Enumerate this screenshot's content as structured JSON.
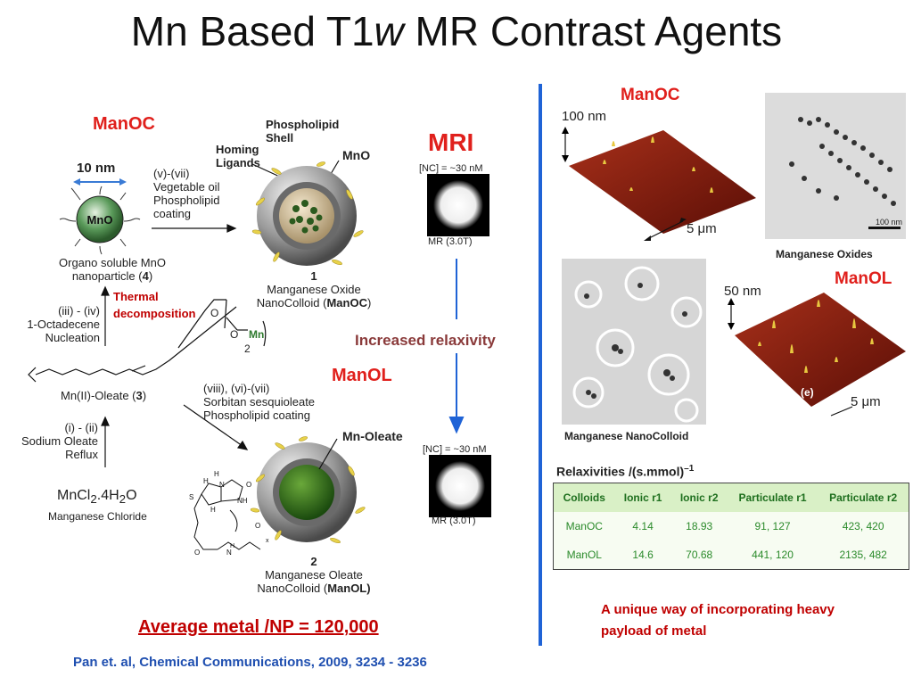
{
  "title": {
    "pre": "Mn Based T1",
    "italic": "w",
    "post": " MR Contrast Agents"
  },
  "left": {
    "manoc_label": "ManOC",
    "scale_10nm": "10 nm",
    "mno_core": "MnO",
    "organo_line1": "Organo soluble MnO",
    "organo_line2": "nanoparticle (",
    "organo_num": "4",
    "organo_close": ")",
    "step_vvii": "(v)-(vii)",
    "veg_oil": "Vegetable oil",
    "phospholipid": "Phospholipid",
    "coating": "coating",
    "phospholipid_shell_1": "Phospholipid",
    "phospholipid_shell_2": "Shell",
    "homing_1": "Homing",
    "homing_2": "Ligands",
    "mno_label": "MnO",
    "compound1_num": "1",
    "compound1_name": "Manganese Oxide",
    "compound1_colloid_pre": "NanoColloid (",
    "compound1_colloid_bold": "ManOC",
    "compound1_colloid_post": ")",
    "thermal_1": "Thermal",
    "thermal_2": "decomposition",
    "step_iiiiv": "(iii) - (iv)",
    "octadecene": "1-Octadecene",
    "nucleation": "Nucleation",
    "oleate_label": "Mn(II)-Oleate (",
    "oleate_num": "3",
    "oleate_close": ")",
    "mn_atom": "Mn",
    "o_atom_1": "O",
    "o_atom_2": "O",
    "subscript_2": "2",
    "step_iii": "(i) - (ii)",
    "sodium_oleate": "Sodium Oleate",
    "reflux": "Reflux",
    "mncl_main": "MnCl",
    "mncl_sub1": "2",
    "mncl_mid": ".4H",
    "mncl_sub2": "2",
    "mncl_end": "O",
    "mncl_name": "Manganese Chloride",
    "manol_label": "ManOL",
    "step_viii": "(viii), (vi)-(vii)",
    "sorbitan": "Sorbitan sesquioleate",
    "phospholipid_coating": "Phospholipid coating",
    "mn_oleate": "Mn-Oleate",
    "compound2_num": "2",
    "compound2_name": "Manganese Oleate",
    "compound2_colloid_pre": "NanoColloid (",
    "compound2_colloid_bold": "ManOL)",
    "biotin_h1": "H",
    "biotin_n1": "N",
    "biotin_o": "O",
    "biotin_n2": "NH",
    "biotin_s": "S",
    "biotin_h2": "H",
    "biotin_h3": "H",
    "biotin_nh": "N",
    "biotin_h4": "H",
    "biotin_o2": "O",
    "biotin_o3": "O",
    "biotin_x": "x",
    "average": "Average metal /NP = 120,000",
    "citation": "Pan et. al, Chemical Communications, 2009, 3234 - 3236"
  },
  "mri": {
    "label": "MRI",
    "nc_top": "[NC] = ~30 nM",
    "mr_top": "MR (3.0T)",
    "increased": "Increased relaxivity",
    "nc_bottom": "[NC] = ~30 nM",
    "mr_bottom": "MR (3.0T)"
  },
  "right": {
    "manoc": "ManOC",
    "scale_100nm": "100 nm",
    "scale_5um_1": "5 μm",
    "tem_scale": "100 nm",
    "manganese_oxides": "Manganese Oxides",
    "manganese_nanocolloid": "Manganese NanoColloid",
    "manol": "ManOL",
    "scale_50nm": "50 nm",
    "panel_e": "(e)",
    "scale_5um_2": "5 μm",
    "relax_title": "Relaxivities /(s.mmol)",
    "relax_sup": "–1",
    "table": {
      "headers": [
        "Colloids",
        "Ionic r1",
        "Ionic r2",
        "Particulate r1",
        "Particulate r2"
      ],
      "rows": [
        [
          "ManOC",
          "4.14",
          "18.93",
          "91, 127",
          "423, 420"
        ],
        [
          "ManOL",
          "14.6",
          "70.68",
          "441, 120",
          "2135, 482"
        ]
      ]
    },
    "unique_1": "A unique way of incorporating heavy",
    "unique_2": "payload of metal"
  },
  "colors": {
    "accent_red": "#e0201c",
    "divider_blue": "#1f63d6",
    "table_green": "#2a8a2a",
    "afm_red": "#8a1a0a"
  }
}
